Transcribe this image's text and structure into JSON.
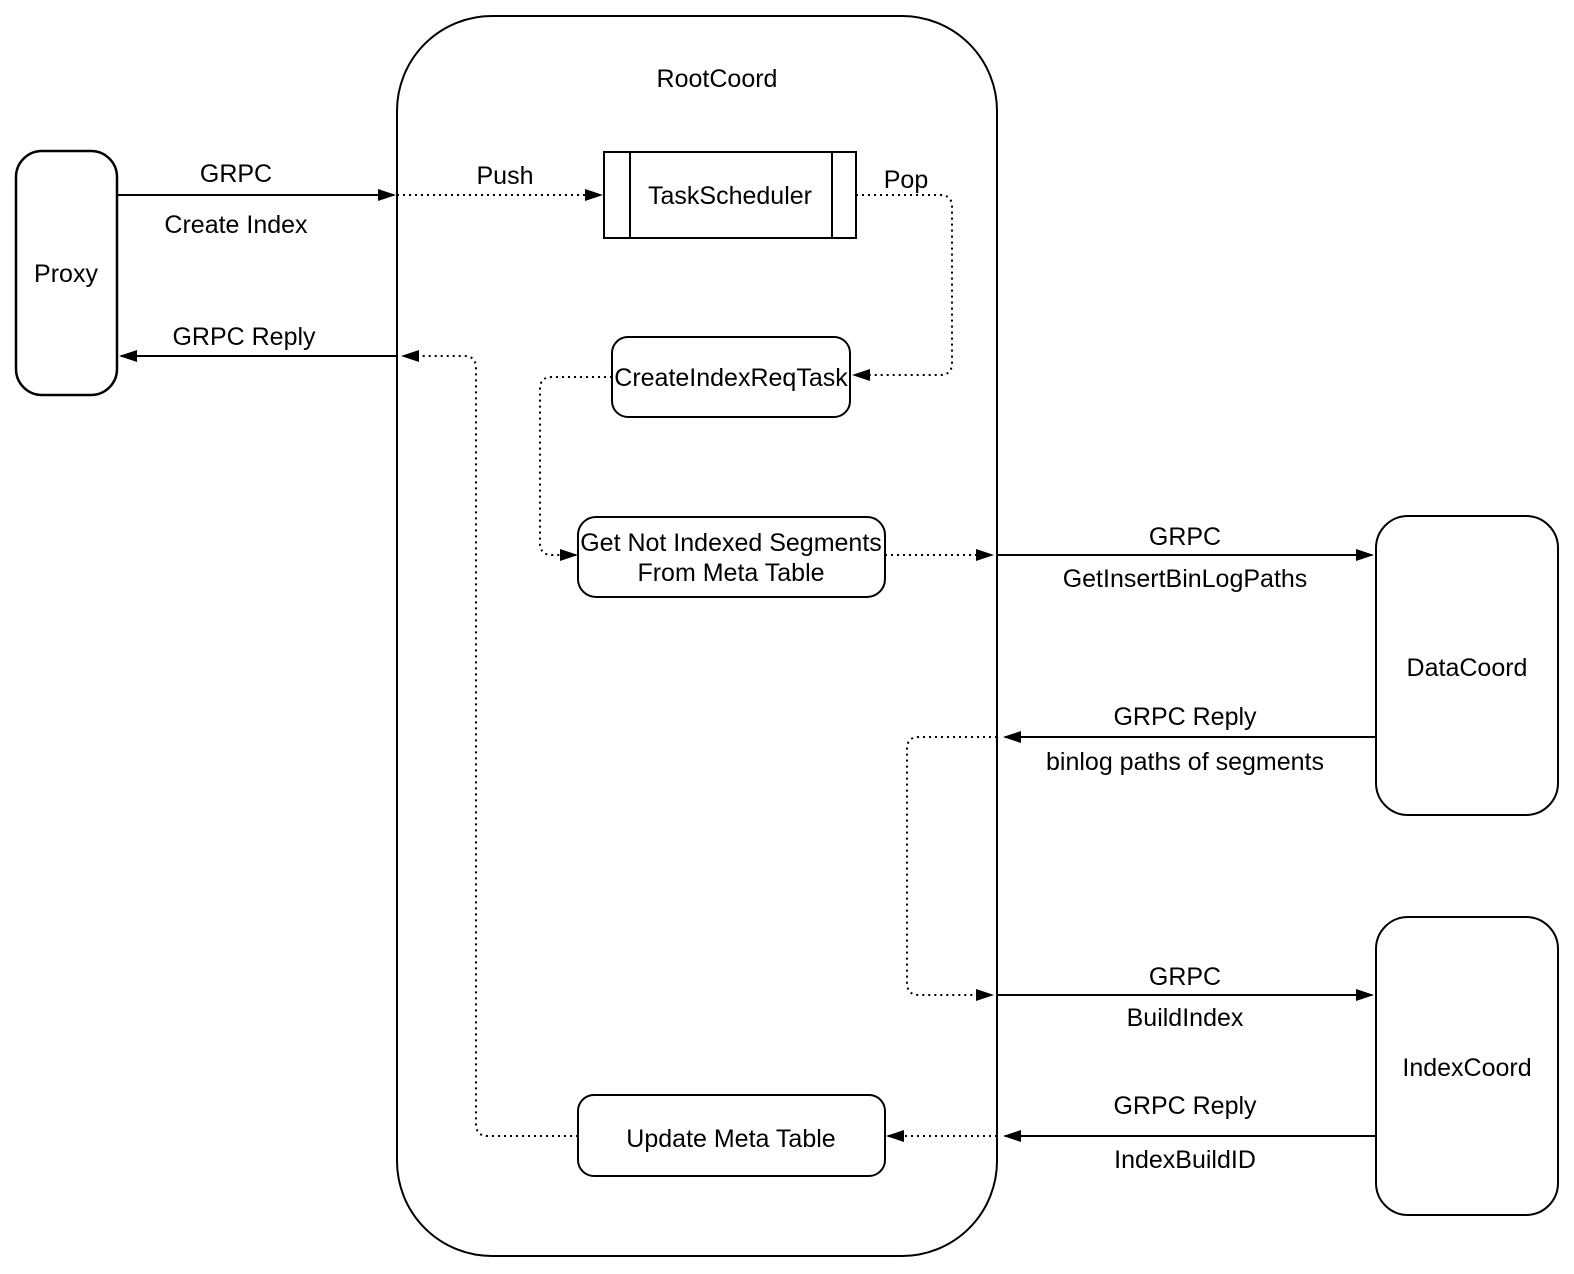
{
  "diagram": {
    "colors": {
      "stroke": "#000000",
      "background": "#ffffff"
    },
    "nodes": {
      "proxy": {
        "label": "Proxy"
      },
      "root_coord": {
        "label": "RootCoord"
      },
      "task_scheduler": {
        "label": "TaskScheduler"
      },
      "create_index_req_task": {
        "label": "CreateIndexReqTask"
      },
      "get_not_indexed_segments": {
        "line1": "Get Not Indexed Segments",
        "line2": "From Meta Table"
      },
      "update_meta_table": {
        "label": "Update Meta Table"
      },
      "data_coord": {
        "label": "DataCoord"
      },
      "index_coord": {
        "label": "IndexCoord"
      }
    },
    "edges": {
      "proxy_to_rootcoord": {
        "protocol": "GRPC",
        "message": "Create Index"
      },
      "push": {
        "label": "Push"
      },
      "pop": {
        "label": "Pop"
      },
      "rootcoord_to_proxy": {
        "protocol": "GRPC Reply"
      },
      "rootcoord_to_datacoord": {
        "protocol": "GRPC",
        "message": "GetInsertBinLogPaths"
      },
      "datacoord_to_rootcoord": {
        "protocol": "GRPC Reply",
        "message": "binlog paths of segments"
      },
      "rootcoord_to_indexcoord": {
        "protocol": "GRPC",
        "message": "BuildIndex"
      },
      "indexcoord_to_rootcoord": {
        "protocol": "GRPC Reply",
        "message": "IndexBuildID"
      }
    }
  }
}
